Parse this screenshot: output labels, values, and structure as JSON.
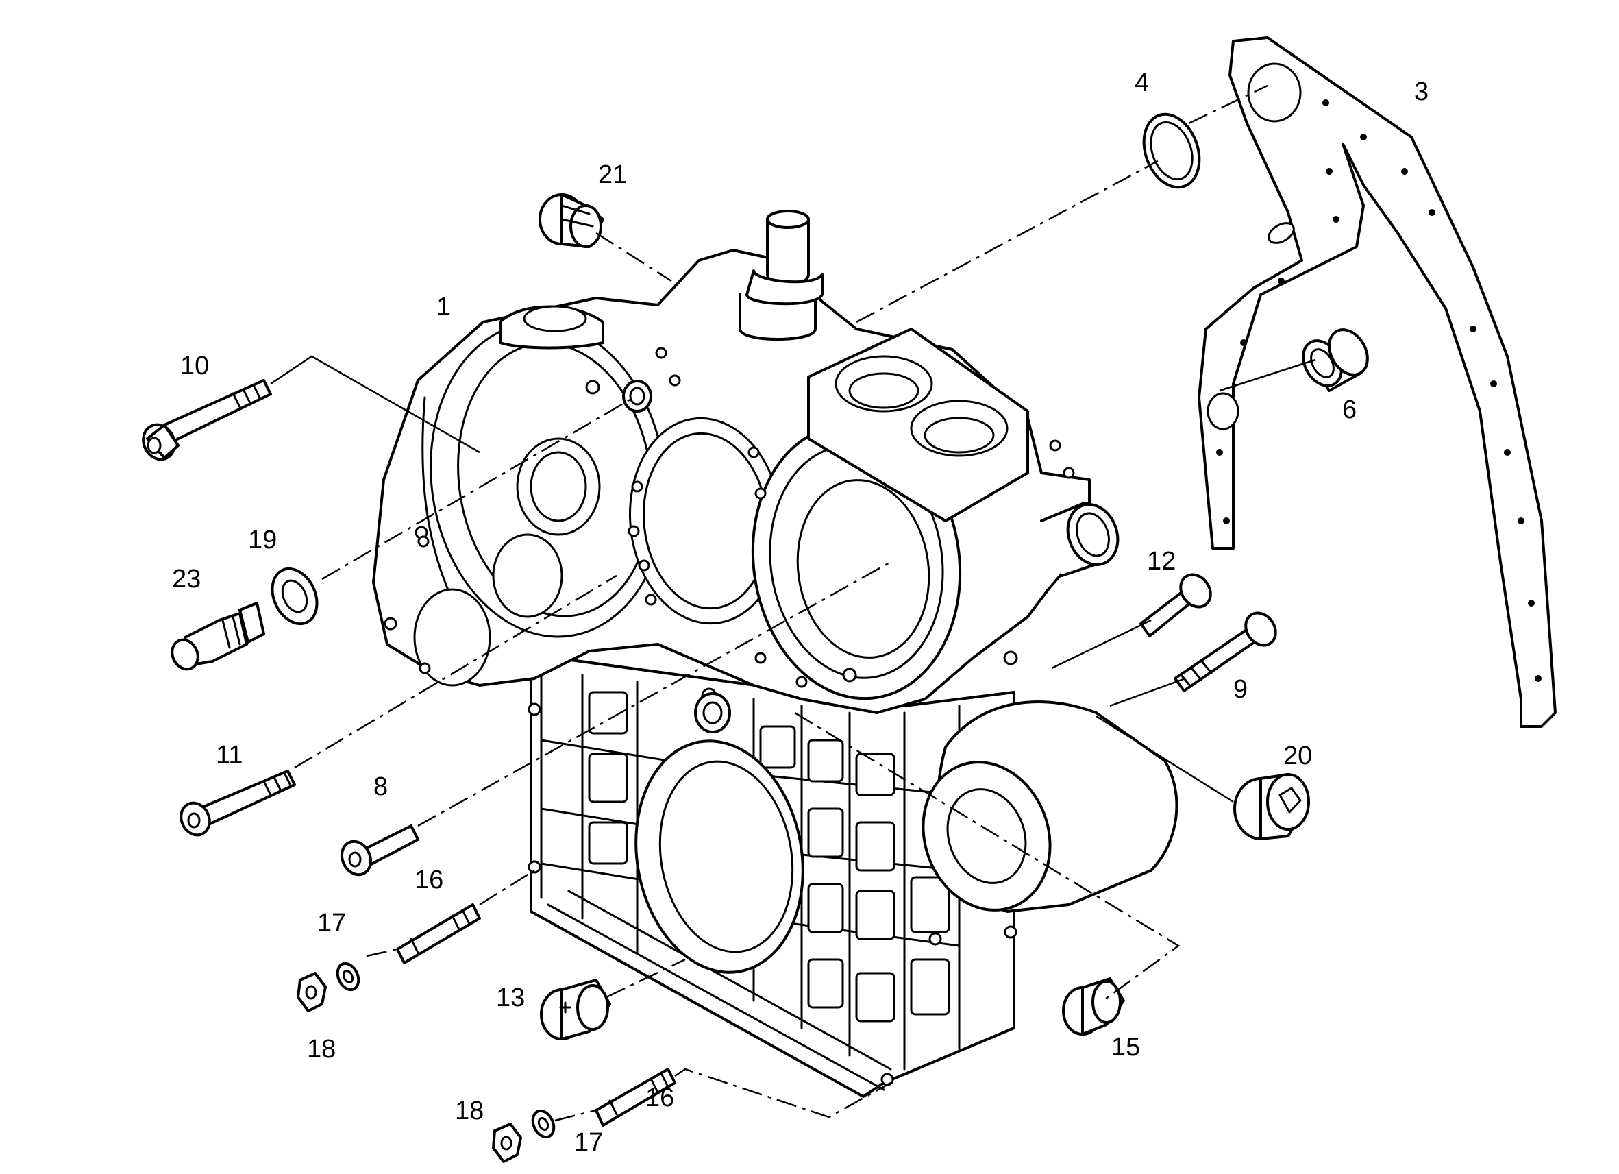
{
  "colors": {
    "line": "#000000",
    "background": "#ffffff"
  },
  "callouts": {
    "c1": "1",
    "c3": "3",
    "c4": "4",
    "c6": "6",
    "c8": "8",
    "c9": "9",
    "c10": "10",
    "c11": "11",
    "c12": "12",
    "c13": "13",
    "c15": "15",
    "c16a": "16",
    "c16b": "16",
    "c17a": "17",
    "c17b": "17",
    "c18a": "18",
    "c18b": "18",
    "c19": "19",
    "c20": "20",
    "c21": "21",
    "c23": "23"
  }
}
